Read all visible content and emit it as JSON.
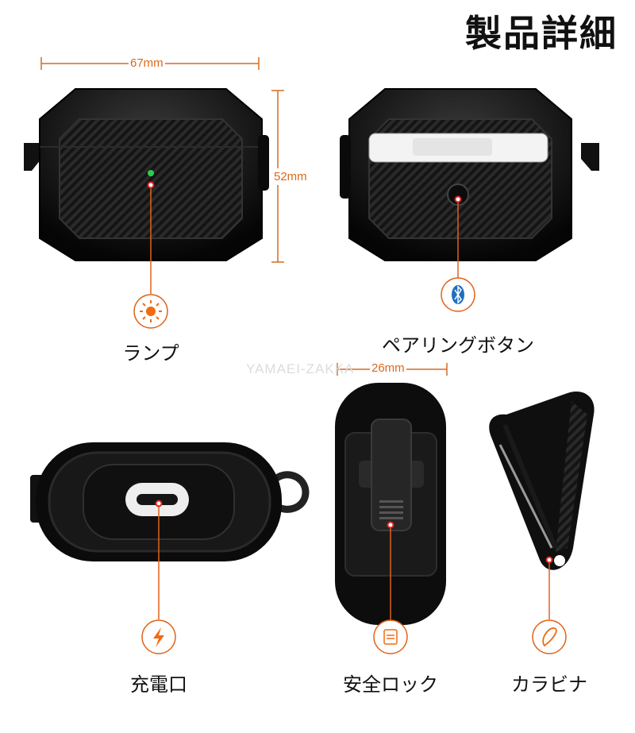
{
  "title": "製品詳細",
  "dimensions": {
    "width": "67mm",
    "height": "52mm",
    "depth": "26mm"
  },
  "watermark": "YAMAEI-ZAKKA",
  "features": [
    {
      "label": "ランプ",
      "icon": "sun-icon"
    },
    {
      "label": "ペアリングボタン",
      "icon": "bluetooth-icon"
    },
    {
      "label": "充電口",
      "icon": "lightning-icon"
    },
    {
      "label": "安全ロック",
      "icon": "lock-icon"
    },
    {
      "label": "カラビナ",
      "icon": "carabiner-icon"
    }
  ],
  "colors": {
    "accent": "#e0621a",
    "pointer": "#e0201e",
    "bluetooth": "#1f6fbf"
  }
}
